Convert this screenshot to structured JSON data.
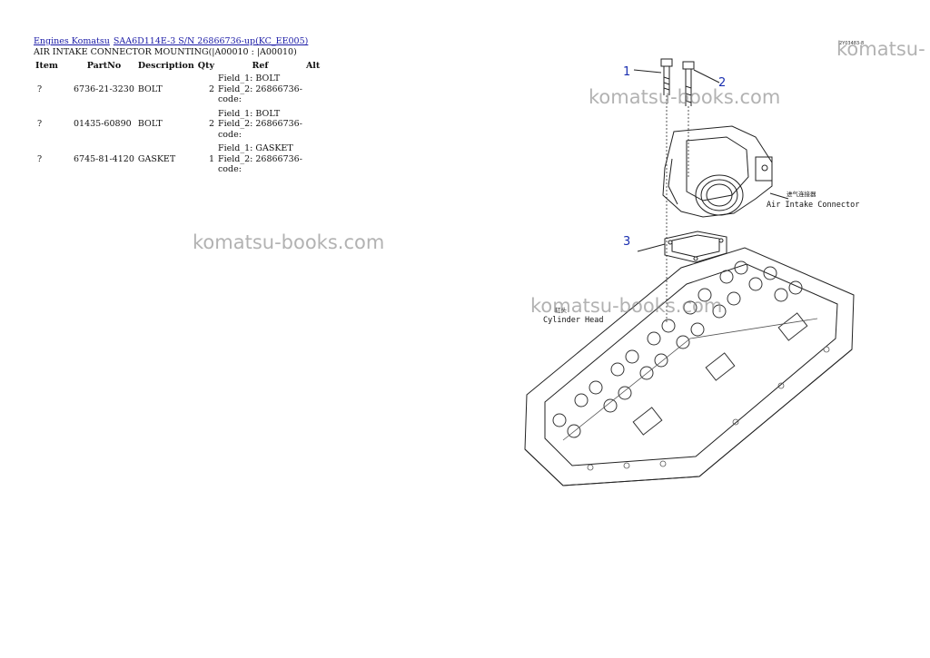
{
  "breadcrumb": {
    "link1": "Engines Komatsu",
    "link2": "SAA6D114E-3 S/N 26866736-up(KC_EE005)"
  },
  "page_title": "AIR INTAKE CONNECTOR MOUNTING(|A00010 : |A00010)",
  "table": {
    "headers": [
      "Item",
      "PartNo",
      "Description",
      "Qty",
      "Ref",
      "Alt"
    ],
    "rows": [
      {
        "item": "?",
        "partno": "6736-21-3230",
        "description": "BOLT",
        "qty": "2",
        "ref1": "Field_1: BOLT",
        "ref2": "Field_2: 26866736-",
        "ref3": "code:"
      },
      {
        "item": "?",
        "partno": "01435-60890",
        "description": "BOLT",
        "qty": "2",
        "ref1": "Field_1: BOLT",
        "ref2": "Field_2: 26866736-",
        "ref3": "code:"
      },
      {
        "item": "?",
        "partno": "6745-81-4120",
        "description": "GASKET",
        "qty": "1",
        "ref1": "Field_1: GASKET",
        "ref2": "Field_2: 26866736-",
        "ref3": "code:"
      }
    ]
  },
  "watermark": "komatsu-books.com",
  "watermark_corner": "komatsu-",
  "figure": {
    "id": "2Y03483-8",
    "callouts": [
      "1",
      "2",
      "3"
    ],
    "label_air_intake": "Air Intake Connector",
    "label_air_intake_cn": "进气连接器",
    "label_cylinder_head": "Cylinder Head",
    "label_cylinder_head_cn": "缸头"
  },
  "colors": {
    "link": "#1a1aa6",
    "callout": "#1a2fb0",
    "watermark": "#8a8a8a"
  }
}
